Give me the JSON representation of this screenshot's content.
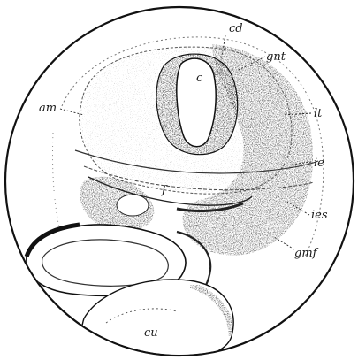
{
  "figure": {
    "labels": {
      "c": "c",
      "cd": "cd",
      "gnt": "gnt",
      "am": "am",
      "lt": "lt",
      "ie": "ie",
      "f": "f",
      "ies": "ies",
      "gmf": "gmf",
      "cu": "cu"
    },
    "ink_color": "#1a1a1a",
    "shade_color": "#6e6e6e",
    "paper_color": "#ffffff"
  }
}
